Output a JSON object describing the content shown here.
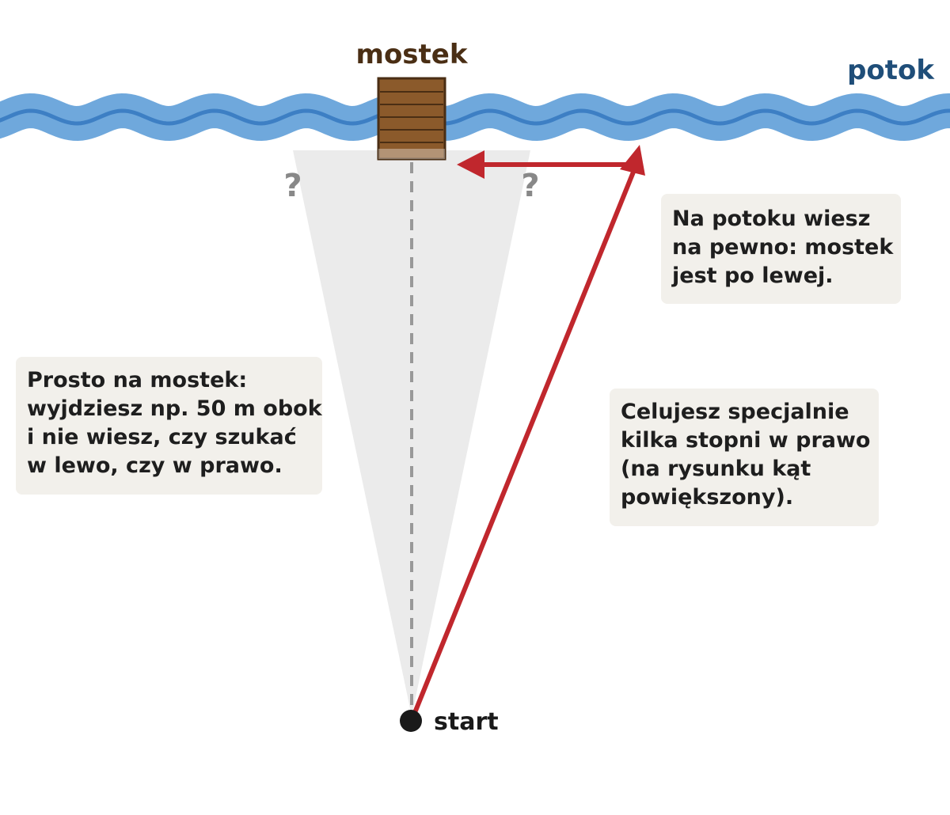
{
  "labels": {
    "bridge": "mostek",
    "stream": "potok",
    "start": "start",
    "question_left": "?",
    "question_right": "?"
  },
  "notes": {
    "straight": [
      "Prosto na mostek:",
      "wyjdziesz np. 50 m obok",
      "i nie wiesz, czy szukać",
      "w lewo, czy w prawo."
    ],
    "on_stream": [
      "Na potoku wiesz",
      "na pewno: mostek",
      "jest po lewej."
    ],
    "aim_right": [
      "Celujesz specjalnie",
      "kilka stopni w prawo",
      "(na rysunku kąt",
      "powiększony)."
    ]
  },
  "colors": {
    "water": "#6fa8dc",
    "water_line": "#3d7fc4",
    "bridge": "#8b5a2b",
    "bridge_dark": "#4a2e14",
    "route": "#c0272d",
    "stream_label": "#1f4e79",
    "cone": "#ebebeb",
    "dashed": "#999999",
    "question": "#888888",
    "start_dot": "#1a1a1a"
  }
}
